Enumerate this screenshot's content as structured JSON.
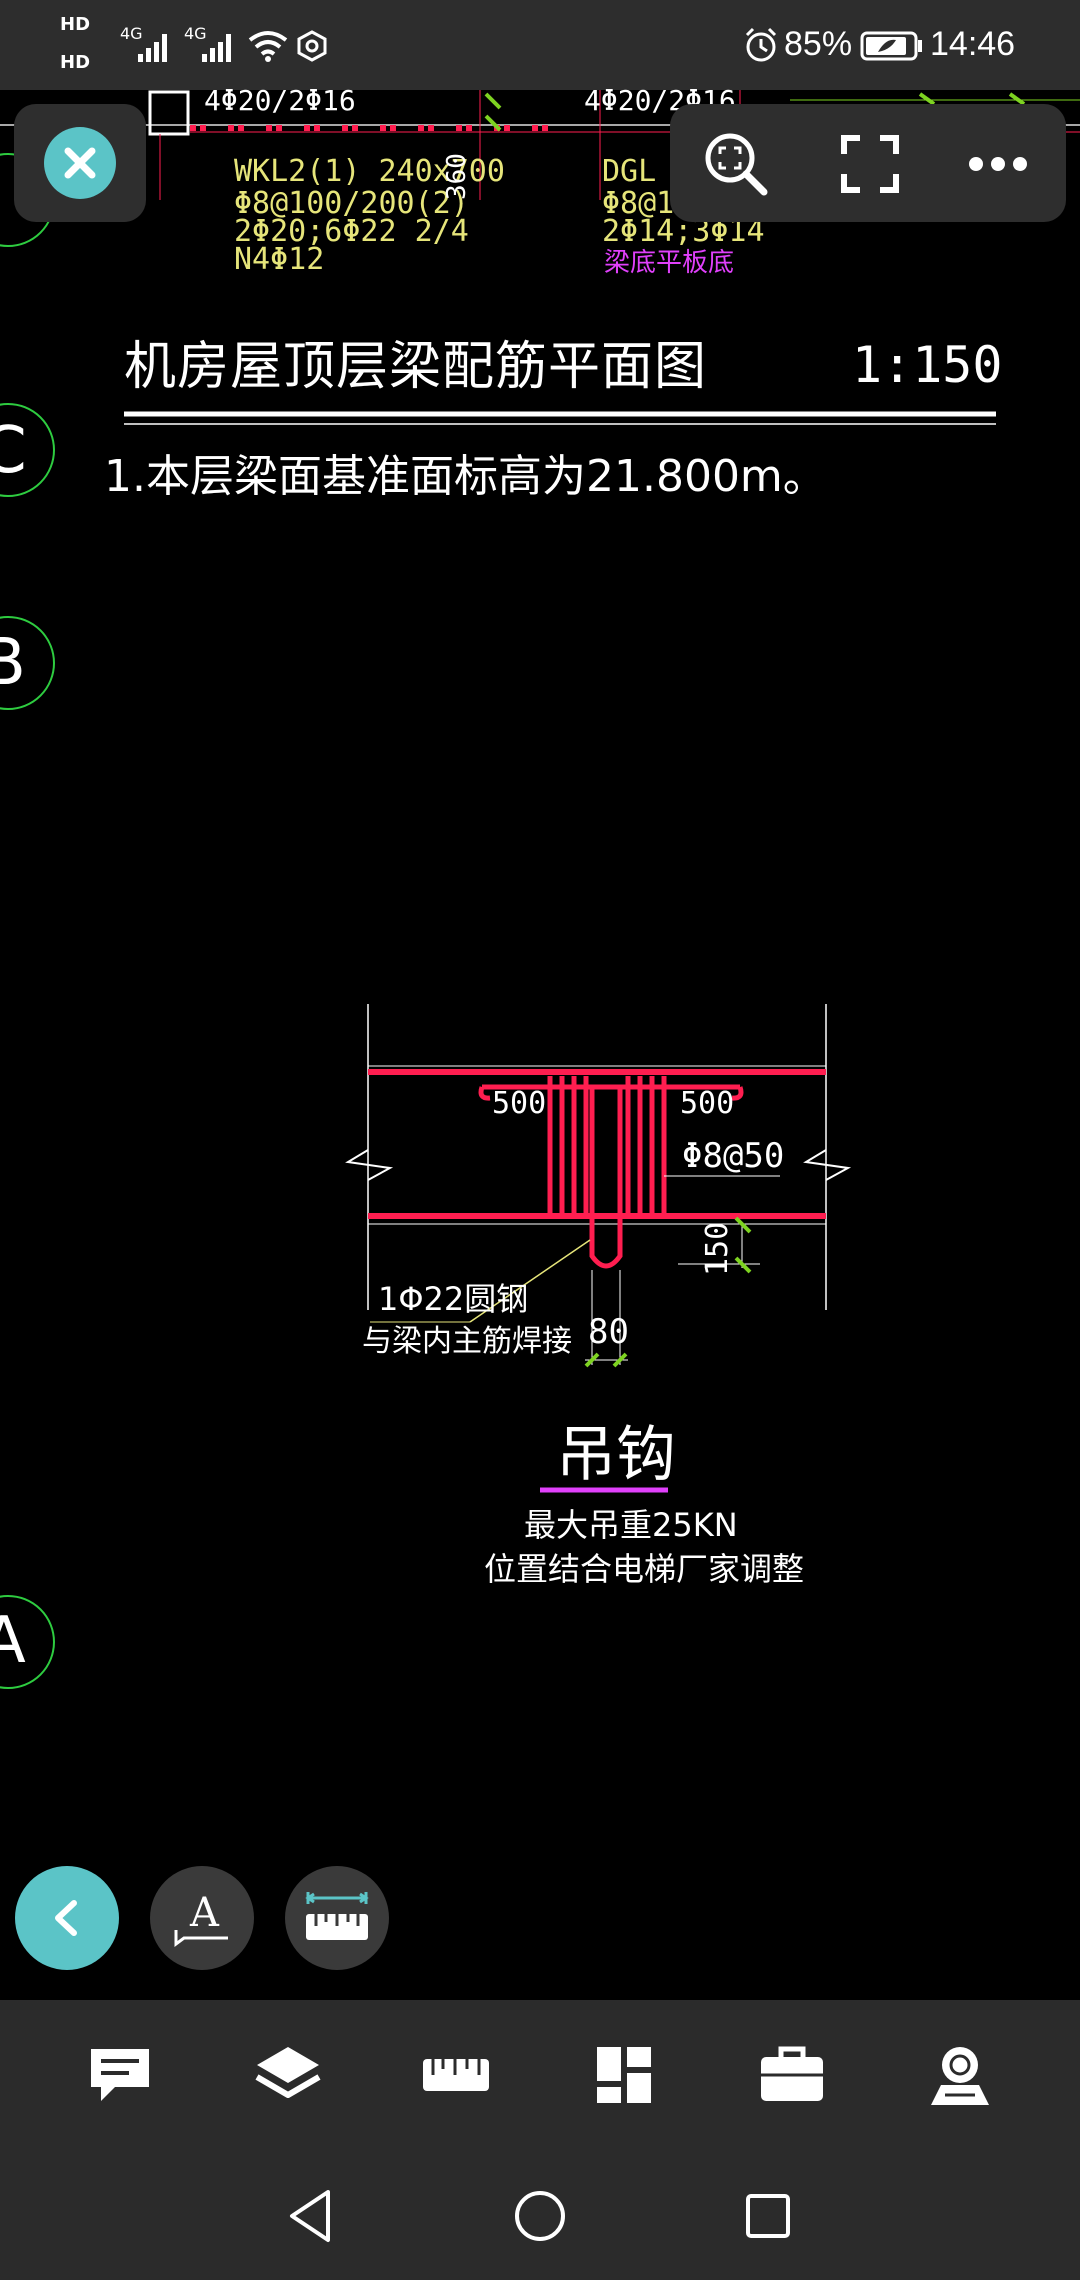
{
  "status_bar": {
    "hd1": "HD",
    "hd2": "HD",
    "sim1_net": "4G",
    "sim2_net": "4G",
    "battery_percent": "85%",
    "time": "14:46"
  },
  "drawing": {
    "top_labels": {
      "left_rebar": "4Φ20/2Φ16",
      "right_rebar": "4Φ20/2Φ16",
      "beam_name": "WKL2(1) 240x700",
      "stirrup": "Φ8@100/200(2)",
      "long_bars": "2Φ20;6Φ22 2/4",
      "side_bars": "N4Φ12",
      "dim_360": "360",
      "dgl_name": "DGL 2",
      "dgl_stirrup": "Φ8@1",
      "dgl_bars": "2Φ14;3Φ14",
      "beam_note": "梁底平板底"
    },
    "title": "机房屋顶层梁配筋平面图",
    "scale": "1:150",
    "note": "1.本层梁面基准面标高为21.800m。",
    "axes": [
      "C",
      "B",
      "A"
    ],
    "detail": {
      "dim_left": "500",
      "dim_right": "500",
      "stirrup_label": "Φ8@50",
      "dim_150": "150",
      "bar_label": "1Φ22圆钢",
      "bar_note": "与梁内主筋焊接",
      "dim_80": "80",
      "title": "吊钩",
      "load_note": "最大吊重25KN",
      "position_note": "位置结合电梯厂家调整"
    }
  },
  "colors": {
    "accent": "#5bc4c7",
    "rebar_red": "#ff1e50",
    "text_yellow": "#e6e57a",
    "magenta": "#e040fb",
    "green": "#7ed321"
  },
  "toolbar_icons": [
    "comment-icon",
    "layers-icon",
    "ruler-icon",
    "dashboard-icon",
    "toolbox-icon",
    "user-settings-icon"
  ]
}
